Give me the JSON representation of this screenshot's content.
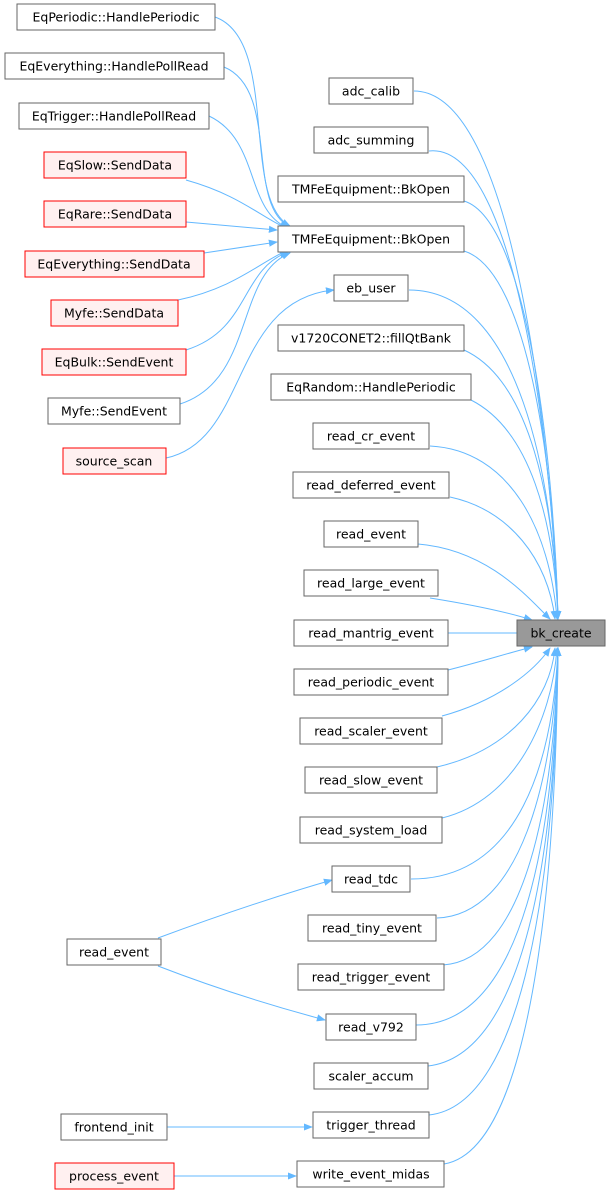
{
  "colors": {
    "edge": "#63b8ff",
    "node_border": "#666666",
    "red_border": "#ff0000",
    "red_fill": "#fff0f0",
    "target_fill": "#999999"
  },
  "nodes": {
    "bk_create": "bk_create",
    "adc_calib": "adc_calib",
    "adc_summing": "adc_summing",
    "tmfe_bkopen_1": "TMFeEquipment::BkOpen",
    "tmfe_bkopen_2": "TMFeEquipment::BkOpen",
    "eb_user": "eb_user",
    "v1720_fill": "v1720CONET2::fillQtBank",
    "eqrandom_periodic": "EqRandom::HandlePeriodic",
    "read_cr_event": "read_cr_event",
    "read_deferred_event": "read_deferred_event",
    "read_event_r": "read_event",
    "read_large_event": "read_large_event",
    "read_mantrig_event": "read_mantrig_event",
    "read_periodic_event": "read_periodic_event",
    "read_scaler_event": "read_scaler_event",
    "read_slow_event": "read_slow_event",
    "read_system_load": "read_system_load",
    "read_tdc": "read_tdc",
    "read_tiny_event": "read_tiny_event",
    "read_trigger_event": "read_trigger_event",
    "read_v792": "read_v792",
    "scaler_accum": "scaler_accum",
    "trigger_thread": "trigger_thread",
    "write_event_midas": "write_event_midas",
    "eqperiodic": "EqPeriodic::HandlePeriodic",
    "eqeverything_poll": "EqEverything::HandlePollRead",
    "eqtrigger_poll": "EqTrigger::HandlePollRead",
    "eqslow_send": "EqSlow::SendData",
    "eqrare_send": "EqRare::SendData",
    "eqeverything_send": "EqEverything::SendData",
    "myfe_senddata": "Myfe::SendData",
    "eqbulk_sendevent": "EqBulk::SendEvent",
    "myfe_sendevent": "Myfe::SendEvent",
    "source_scan": "source_scan",
    "read_event_l": "read_event",
    "frontend_init": "frontend_init",
    "process_event": "process_event"
  }
}
